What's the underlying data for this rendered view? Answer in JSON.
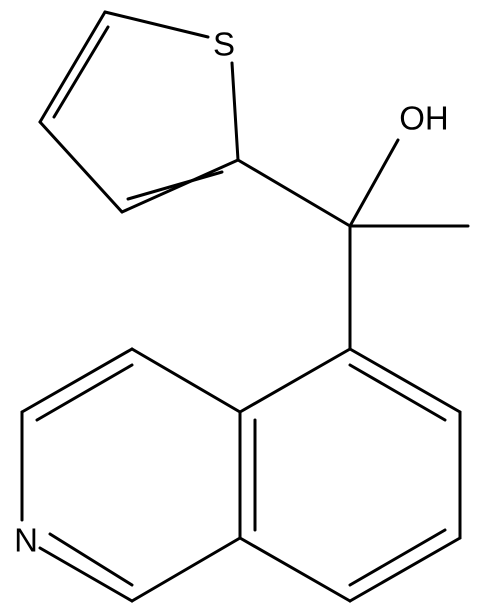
{
  "molecule": {
    "atoms": {
      "sulfur": "S",
      "hydroxyl": "OH",
      "nitrogen": "N"
    }
  },
  "colors": {
    "background": "#ffffff",
    "bond": "#000000",
    "label": "#000000"
  }
}
